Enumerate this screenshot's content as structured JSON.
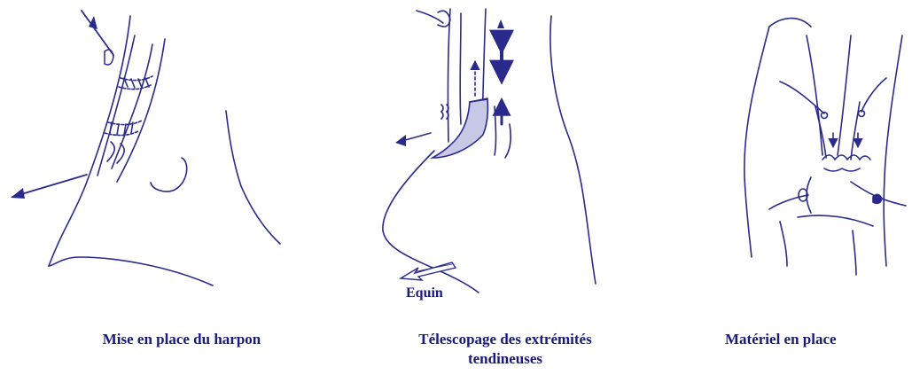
{
  "panels": [
    {
      "caption": "Mise en place du harpon"
    },
    {
      "caption_line1": "Télescopage des extrémités",
      "caption_line2": "tendineuses",
      "annotation": "Equin"
    },
    {
      "caption": "Matériel en place"
    }
  ],
  "colors": {
    "ink": "#2a2a8c",
    "text": "#1a1a7a",
    "fill": "#c7c7e6"
  }
}
